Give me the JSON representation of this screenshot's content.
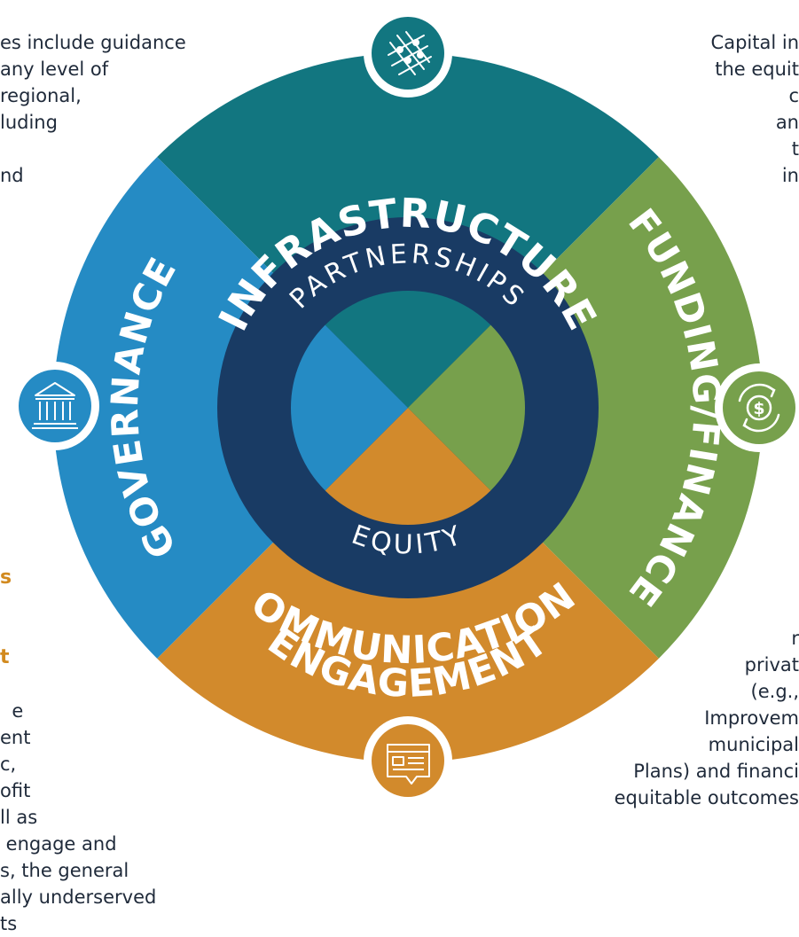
{
  "colors": {
    "infrastructure": "#127680",
    "funding": "#77a04c",
    "communication": "#d28a2c",
    "governance": "#258bc4",
    "ring": "#193b64",
    "orange_heading": "#d28a1f",
    "body_text": "#1f2a3a"
  },
  "segments": {
    "infrastructure": "INFRASTRUCTURE",
    "funding": "FUNDING/FINANCE",
    "communication_line1": "COMMUNICATION/",
    "communication_line2": "ENGAGEMENT",
    "governance": "GOVERNANCE"
  },
  "ring": {
    "top": "PARTNERSHIPS",
    "bottom": "EQUITY"
  },
  "icons": {
    "infrastructure": "network-grid-icon",
    "funding": "dollar-cycle-icon",
    "communication": "document-chat-icon",
    "governance": "government-building-icon"
  },
  "text_top_left": "es include guidance\nany level of\nregional,\nluding\n\nnd",
  "text_top_right": "Capital in\nthe equit\nc\nan\nt\nin",
  "text_bottom_left_heading_1": "s",
  "text_bottom_left_heading_2": "t",
  "text_bottom_left_body": "e\nent\nc,\nofit\nll as\n engage and\ns, the general\nally underserved\nts",
  "text_bottom_right": "r\nprivat\n(e.g.,\nImprovem\nmunicipal\nPlans) and financi\nequitable outcomes"
}
